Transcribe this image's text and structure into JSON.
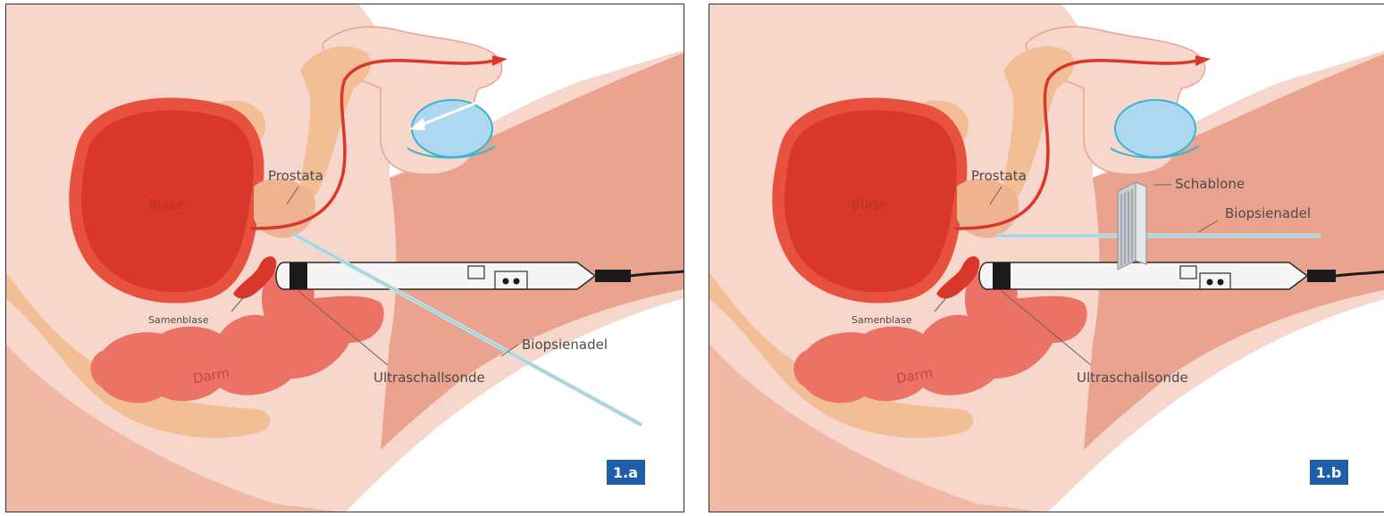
{
  "panels": [
    {
      "badge": "1.a",
      "labels": {
        "blase": "Blase",
        "prostata": "Prostata",
        "samenblase": "Samenblase",
        "darm": "Darm",
        "ultraschallsonde": "Ultraschallsonde",
        "biopsienadel": "Biopsienadel"
      }
    },
    {
      "badge": "1.b",
      "labels": {
        "blase": "Blase",
        "prostata": "Prostata",
        "samenblase": "Samenblase",
        "darm": "Darm",
        "ultraschallsonde": "Ultraschallsonde",
        "biopsienadel": "Biopsienadel",
        "schablone": "Schablone"
      }
    }
  ],
  "colors": {
    "skin_light": "#f7d6cc",
    "skin_mid": "#f1b8a6",
    "skin_dark": "#e9a38f",
    "bladder": "#d8372a",
    "bladder_rim": "#e9513f",
    "bowel": "#ec7266",
    "bone": "#f2be96",
    "prostate": "#f0b392",
    "testis": "#aed8ef",
    "needle": "#bfe1e6",
    "badge": "#1d5fa8"
  }
}
